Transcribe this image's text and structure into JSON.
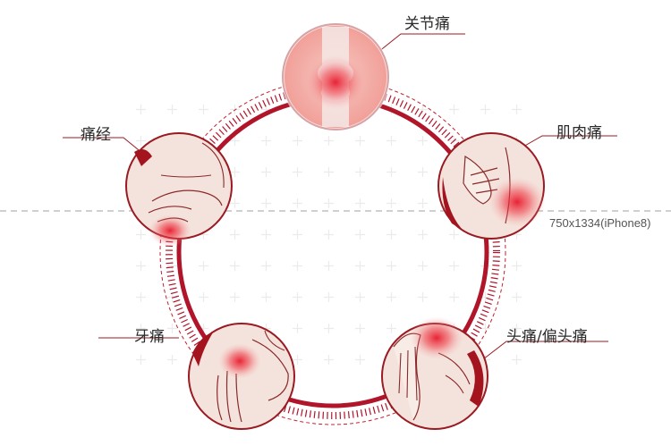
{
  "nodes": [
    {
      "id": "joint",
      "label": "关节痛"
    },
    {
      "id": "muscle",
      "label": "肌肉痛"
    },
    {
      "id": "head",
      "label": "头痛/偏头痛"
    },
    {
      "id": "tooth",
      "label": "牙痛"
    },
    {
      "id": "menstrual",
      "label": "痛经"
    }
  ],
  "guide_note": "750x1334(iPhone8)",
  "colors": {
    "ring": "#b0152a",
    "accent_red": "#e8192c",
    "skin": "#f4e3dc",
    "stroke": "#9a1a22"
  }
}
